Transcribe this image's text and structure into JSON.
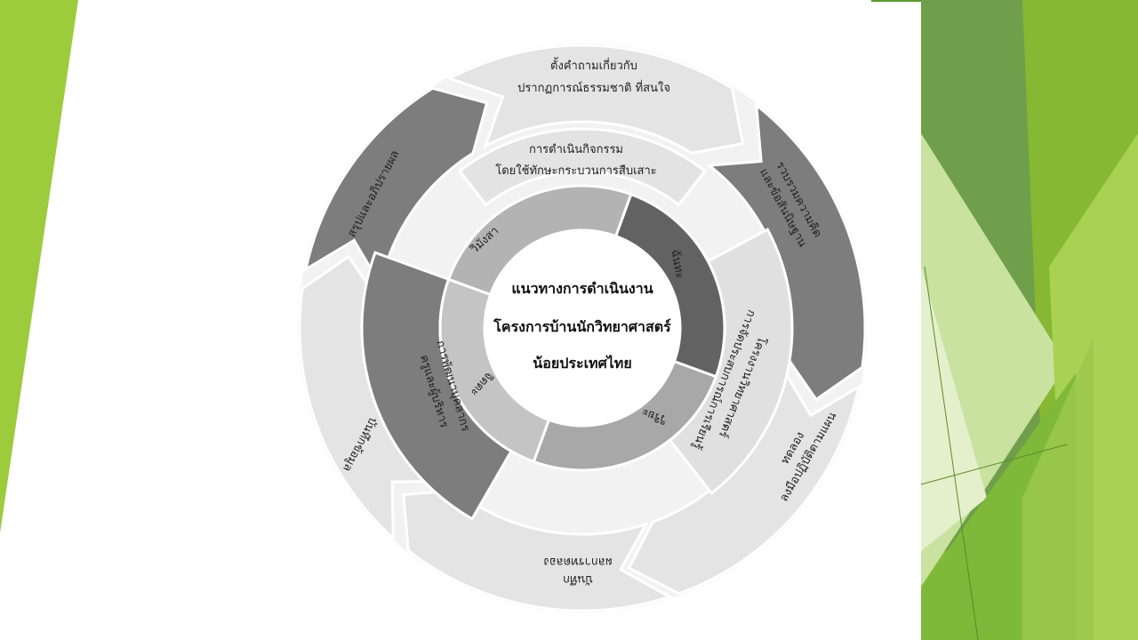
{
  "diagram": {
    "center": {
      "line1": "แนวทางการดำเนินงาน",
      "line2": "โครงการบ้านนักวิทยาศาสตร์",
      "line3": "น้อยประเทศไทย"
    },
    "outer_steps": [
      {
        "line1": "ตั้งคำถามเกี่ยวกับ",
        "line2": "ปรากฏการณ์ธรรมชาติ ที่สนใจ"
      },
      {
        "line1": "รวบรวมความคิด",
        "line2": "และข้อสันนิษฐาน"
      },
      {
        "line1": "ทดลอง",
        "line2": "ลงมือปฏิบัติตามแผน"
      },
      {
        "line1": "บันทึก",
        "line2": "ผลการทดลอง"
      },
      {
        "line1": "บันทึกข้อมูล",
        "line2": ""
      },
      {
        "line1": "สรุปและอภิปรายผล",
        "line2": ""
      }
    ],
    "middle_blocks": [
      {
        "line1": "การดำเนินกิจกรรม",
        "line2": "โดยใช้ทักษะกระบวนการสืบเสาะ"
      },
      {
        "line1": "โครงงานวิทยาศาสตร์",
        "line2": "การจัดประสบการณ์การเรียนรู้"
      },
      {
        "line1": "การพัฒนาบุคลากร",
        "line2": "ครูและผู้บริหาร"
      }
    ],
    "inner_segments": [
      "ฉันทะ",
      "วิริยะ",
      "จิตตะ",
      "วิมังสา"
    ]
  },
  "colors": {
    "slide_green": "#9ccb3c",
    "stripe_dark": "#5b9a2e",
    "stripe_light": "#c9e2a0",
    "outer_light": "#e4e4e4",
    "outer_dark": "#7d7d7d",
    "ring_mid": "#d2d2d2",
    "ring_inner": "#bcbcbc",
    "inner_dark": "#626262"
  }
}
